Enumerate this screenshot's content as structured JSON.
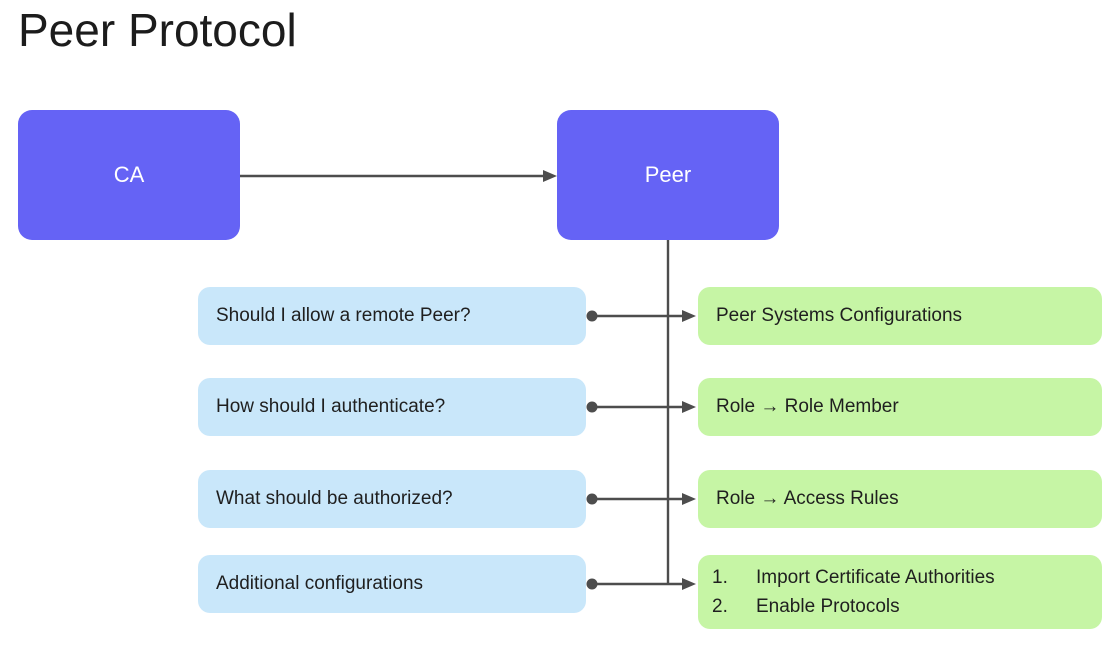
{
  "title": "Peer Protocol",
  "colors": {
    "primary_node": "#6563f5",
    "question_node": "#c9e7fa",
    "answer_node": "#c6f5a5",
    "connector": "#4d4d4d",
    "title_text": "#1c1c1c",
    "primary_node_text": "#ffffff",
    "body_text": "#1f1f1f",
    "background": "#ffffff"
  },
  "nodes": {
    "ca": {
      "label": "CA"
    },
    "peer": {
      "label": "Peer"
    }
  },
  "rows": [
    {
      "question": "Should I allow a remote Peer?",
      "answer": "Peer Systems Configurations"
    },
    {
      "question": "How should I authenticate?",
      "answer": "Role → Role Member"
    },
    {
      "question": "What should be authorized?",
      "answer": "Role → Access Rules"
    },
    {
      "question": "Additional configurations",
      "answer_list": [
        {
          "num": "1.",
          "text": "Import Certificate Authorities"
        },
        {
          "num": "2.",
          "text": "Enable Protocols"
        }
      ]
    }
  ],
  "connectors": {
    "ca_to_peer": "arrow-right",
    "peer_spine": "vertical-line",
    "row_connector": "dot-to-arrow"
  }
}
